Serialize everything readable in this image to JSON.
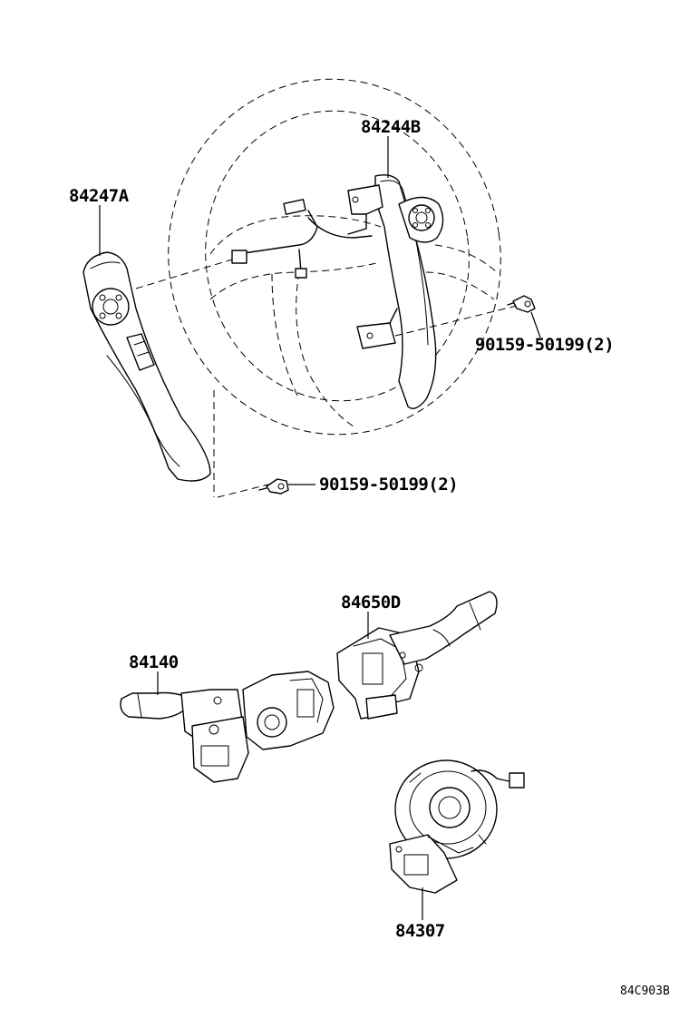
{
  "labels": {
    "part_84247A": "84247A",
    "part_84244B": "84244B",
    "bolt_upper": "90159-50199(2)",
    "bolt_lower": "90159-50199(2)",
    "part_84650D": "84650D",
    "part_84140": "84140",
    "part_84307": "84307",
    "diagram_code": "84C903B"
  }
}
